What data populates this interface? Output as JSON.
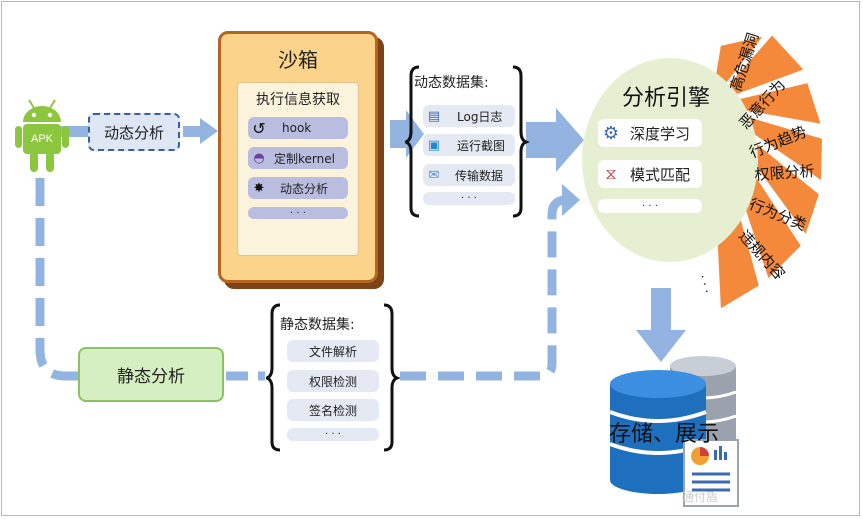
{
  "apk": {
    "label": "APK"
  },
  "dynamic_analysis": {
    "label": "动态分析"
  },
  "static_analysis": {
    "label": "静态分析"
  },
  "sandbox": {
    "title": "沙箱",
    "subtitle": "执行信息获取",
    "items": [
      "hook",
      "定制kernel",
      "动态分析",
      "· · ·"
    ]
  },
  "dynamic_dataset": {
    "title": "动态数据集:",
    "items": [
      "Log日志",
      "运行截图",
      "传输数据",
      "· · ·"
    ]
  },
  "static_dataset": {
    "title": "静态数据集:",
    "items": [
      "文件解析",
      "权限检测",
      "签名检测",
      "· · ·"
    ]
  },
  "engine": {
    "title": "分析引擎",
    "items": [
      "深度学习",
      "模式匹配",
      "· · ·"
    ]
  },
  "fan_items": [
    "高危漏洞",
    "恶意行为",
    "行为趋势",
    "权限分析",
    "行为分类",
    "违规内容",
    "· · ·"
  ],
  "storage": {
    "label": "存储、展示"
  },
  "watermark": "通付盾"
}
